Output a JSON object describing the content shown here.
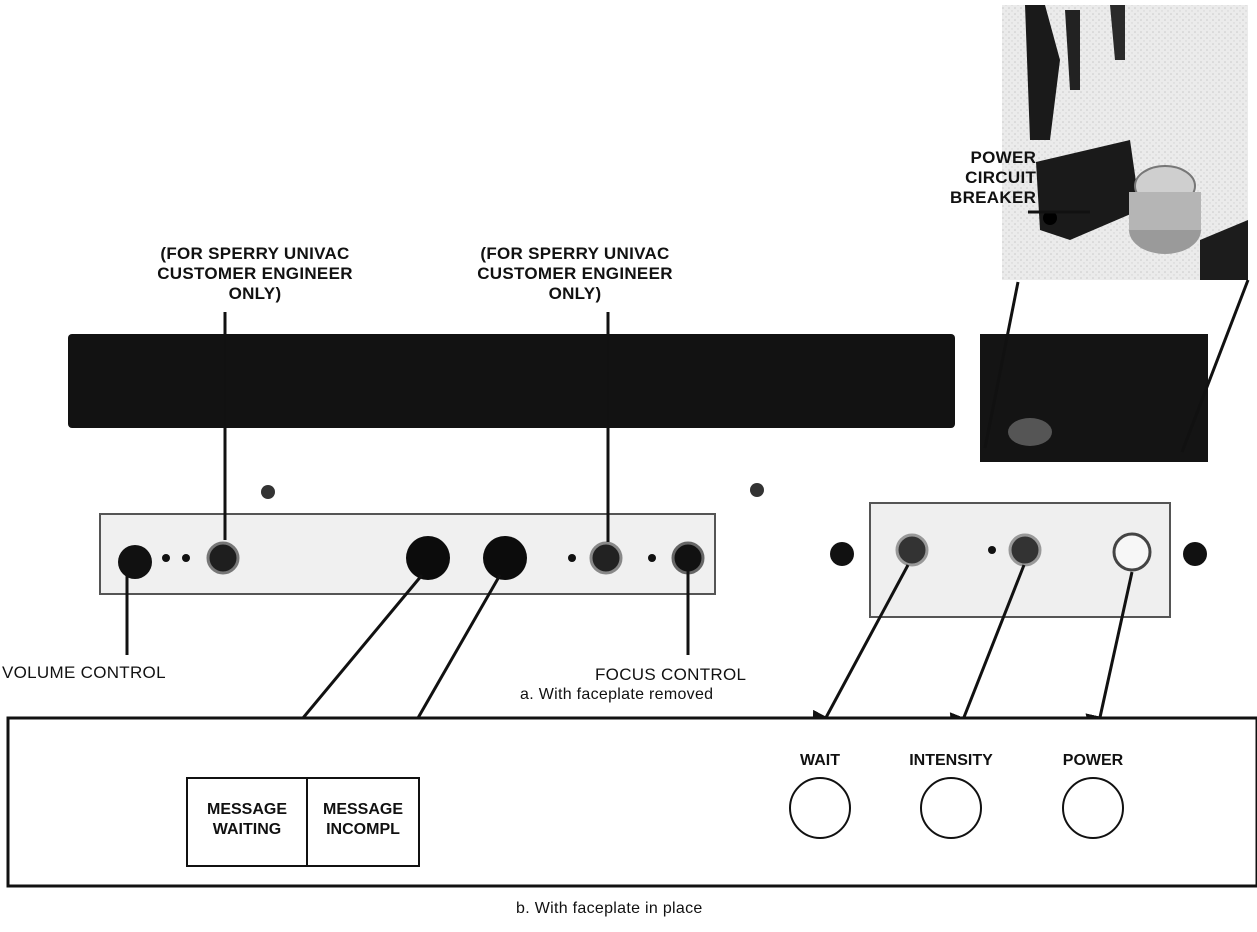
{
  "labels": {
    "power_breaker": [
      "POWER",
      "CIRCUIT",
      "BREAKER"
    ],
    "ce_left": [
      "(FOR SPERRY UNIVAC",
      "CUSTOMER ENGINEER",
      "ONLY)"
    ],
    "ce_right": [
      "(FOR SPERRY UNIVAC",
      "CUSTOMER ENGINEER",
      "ONLY)"
    ],
    "volume_control": "VOLUME CONTROL",
    "focus_control": "FOCUS CONTROL"
  },
  "captions": {
    "a": "a.  With faceplate removed",
    "b": "b.  With faceplate in place"
  },
  "faceplate": {
    "message_waiting": [
      "MESSAGE",
      "WAITING"
    ],
    "message_incompl": [
      "MESSAGE",
      "INCOMPL"
    ],
    "wait": "WAIT",
    "intensity": "INTENSITY",
    "power": "POWER"
  },
  "colors": {
    "panel_dark": "#121212",
    "line": "#111111",
    "photo_light": "#e6e6e6"
  }
}
